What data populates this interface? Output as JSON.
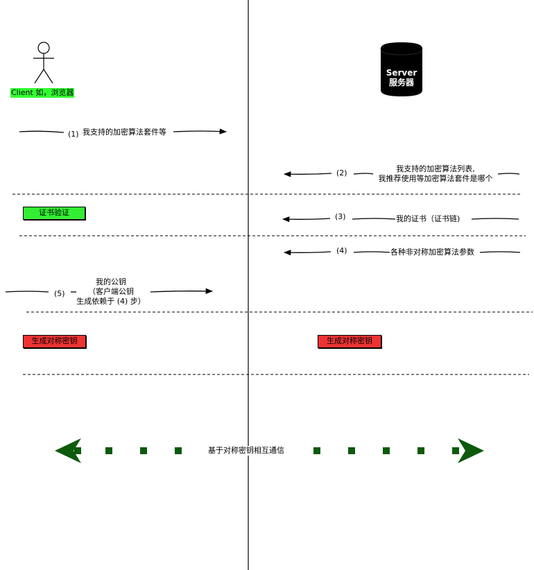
{
  "actors": {
    "client": {
      "label": "Client 如，浏览器",
      "highlight": "#33ff33"
    },
    "server": {
      "line1": "Server",
      "line2": "服务器",
      "color": "#000000"
    }
  },
  "messages": [
    {
      "step": "(1)",
      "text": "我支持的加密算法套件等",
      "direction": "client-to-server"
    },
    {
      "step": "(2)",
      "text_line1": "我支持的加密算法列表,",
      "text_line2": "我推荐使用等加密算法套件是哪个",
      "direction": "server-to-client"
    },
    {
      "step": "(3)",
      "text": "我的证书（证书链)",
      "direction": "server-to-client"
    },
    {
      "step": "(4)",
      "text": "各种非对称加密算法参数",
      "direction": "server-to-client"
    },
    {
      "step": "(5)",
      "text_line1": "我的公钥",
      "text_line2": "（客户端公钥",
      "text_line3": "生成依赖于 (4) 步）",
      "direction": "client-to-server"
    }
  ],
  "actions": {
    "verify_cert": {
      "label": "证书验证",
      "color": "#33ee33"
    },
    "client_key": {
      "label": "生成对称密钥",
      "color": "#ee3333"
    },
    "server_key": {
      "label": "生成对称密钥",
      "color": "#ee3333"
    }
  },
  "communication": {
    "label": "基于对称密钥相互通信",
    "color": "#0d5a0d"
  }
}
